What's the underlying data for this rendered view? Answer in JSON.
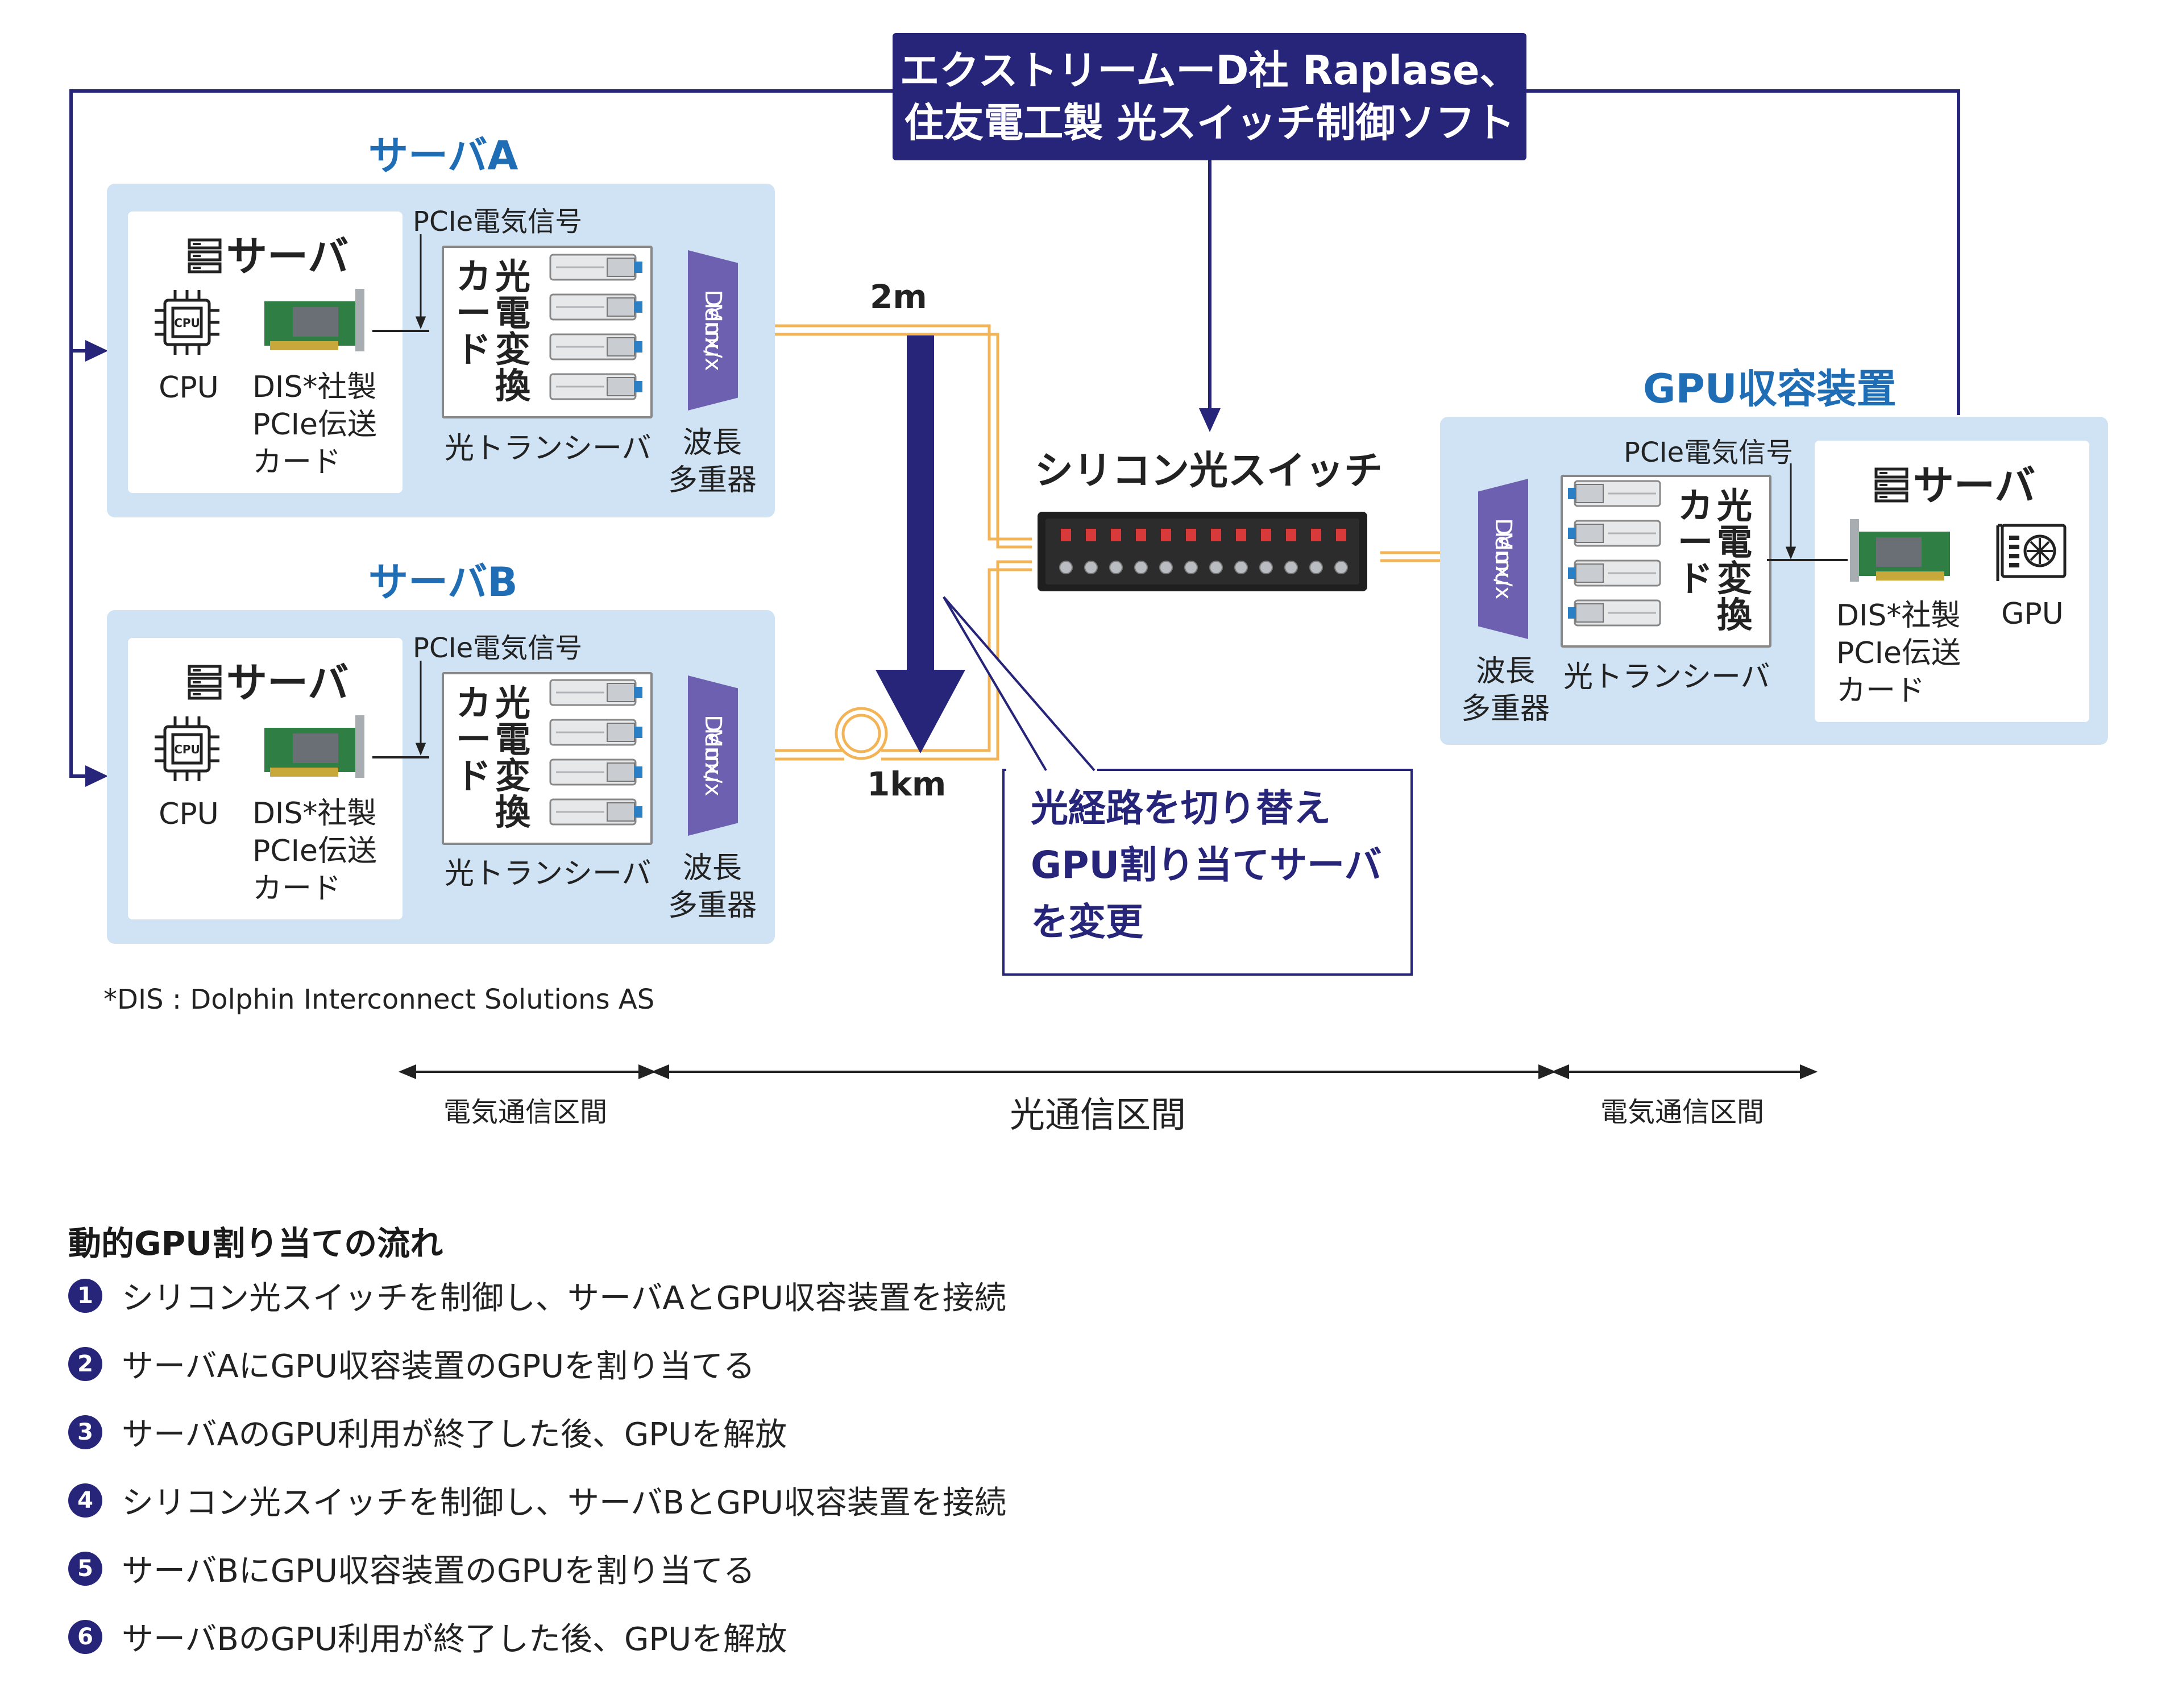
{
  "control": {
    "line1": "エクストリームーD社 Raplase、",
    "line2": "住友電工製 光スイッチ制御ソフト"
  },
  "server_a": {
    "title": "サーバA"
  },
  "server_b": {
    "title": "サーバB"
  },
  "gpu_enclosure": {
    "title": "GPU収容装置"
  },
  "server_label": "サーバ",
  "pcie_signal": "PCIe電気信号",
  "cpu_chip_text": "CPU",
  "cpu_label": "CPU",
  "dis_card": {
    "line1": "DIS*社製",
    "line2": "PCIe伝送",
    "line3": "カード"
  },
  "oe_card": {
    "col1": "光電変換",
    "col2": "カード"
  },
  "mux_label": {
    "line1": "Mux/",
    "line2": "Demux"
  },
  "transceiver_label": "光トランシーバ",
  "wdm_label": {
    "line1": "波長",
    "line2": "多重器"
  },
  "gpu_label": "GPU",
  "switch_label": "シリコン光スイッチ",
  "dist_2m": "2m",
  "dist_1km": "1km",
  "note": {
    "line1": "光経路を切り替え",
    "line2": "GPU割り当てサーバ",
    "line3": "を変更"
  },
  "footnote": "*DIS : Dolphin Interconnect Solutions AS",
  "ranges": {
    "left": "電気通信区間",
    "middle": "光通信区間",
    "right": "電気通信区間"
  },
  "flow_title": "動的GPU割り当ての流れ",
  "steps": [
    {
      "num": "1",
      "text": "シリコン光スイッチを制御し、サーバAとGPU収容装置を接続"
    },
    {
      "num": "2",
      "text": "サーバAにGPU収容装置のGPUを割り当てる"
    },
    {
      "num": "3",
      "text": "サーバAのGPU利用が終了した後、GPUを解放"
    },
    {
      "num": "4",
      "text": "シリコン光スイッチを制御し、サーバBとGPU収容装置を接続"
    },
    {
      "num": "5",
      "text": "サーバBにGPU収容装置のGPUを割り当てる"
    },
    {
      "num": "6",
      "text": "サーバBのGPU利用が終了した後、GPUを解放"
    }
  ],
  "colors": {
    "navy": "#27257a",
    "panel": "#cfe3f4",
    "title_blue": "#1f6db5",
    "mux": "#6d60b0",
    "fiber": "#f2b456"
  },
  "icons": [
    "server-icon",
    "cpu-icon",
    "pcie-card-icon",
    "transceiver-icon",
    "gpu-icon",
    "fiber-coil-icon",
    "optical-switch-icon"
  ]
}
